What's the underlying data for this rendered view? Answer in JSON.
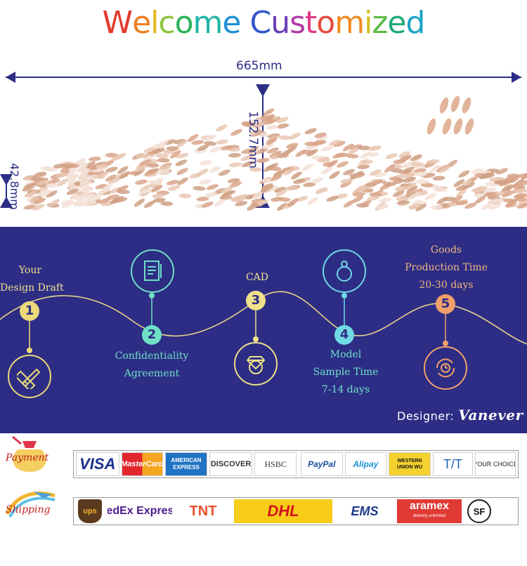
{
  "title": {
    "words": [
      "Welcome",
      "Customized"
    ],
    "colors": [
      "#e23a2e",
      "#ee7d1e",
      "#e9b51a",
      "#8cc43b",
      "#2ab45a",
      "#1fb5a6",
      "#1f8fd8",
      "#3357c9",
      "#6b3fb8",
      "#b13aa4",
      "#e0368a",
      "#e74a3a",
      "#f08a20",
      "#d2c020",
      "#5ebb43",
      "#1eac78",
      "#1ba4c7",
      "#2a6ed2",
      "#5145bd",
      "#9d3bb0"
    ]
  },
  "product": {
    "width_label": "665mm",
    "height_label": "152.7mm",
    "side_label": "42.8mm"
  },
  "process": {
    "steps": [
      {
        "num": "1",
        "lines": [
          "Your",
          "Design Draft"
        ],
        "icon": "ruler-pencil-icon",
        "color": "#ecd97a"
      },
      {
        "num": "2",
        "lines": [
          "Confidentiality",
          "Agreement"
        ],
        "icon": "document-icon",
        "color": "#6fe0c6"
      },
      {
        "num": "3",
        "lines": [
          "CAD"
        ],
        "icon": "diamond-ring-icon",
        "color": "#efe18a"
      },
      {
        "num": "4",
        "lines": [
          "Model",
          "Sample Time",
          "7-14 days"
        ],
        "icon": "ring-icon",
        "color": "#6fd9e6"
      },
      {
        "num": "5",
        "lines": [
          "Goods",
          "Production Time",
          "20-30 days"
        ],
        "icon": "cycle-clock-icon",
        "color": "#f0a06a"
      }
    ],
    "designer_label": "Designer:",
    "designer_name": "Vanever"
  },
  "payment": {
    "badge_word": "Payment",
    "methods": [
      "VISA",
      "MasterCard",
      "AMERICAN EXPRESS",
      "DISCOVER",
      "HSBC",
      "PayPal",
      "Alipay",
      "WESTERN UNION WU",
      "T/T",
      "YOUR CHOICE"
    ]
  },
  "shipping": {
    "badge_word": "Shipping",
    "carriers": [
      "ups",
      "FedEx Express",
      "TNT",
      "DHL",
      "EMS",
      "aramex",
      "SF"
    ],
    "aramex_sub": "delivery unlimited"
  }
}
